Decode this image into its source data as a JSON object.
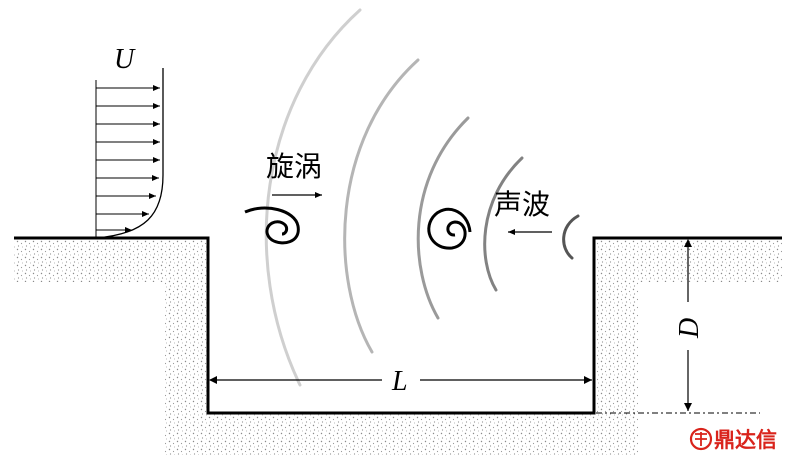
{
  "labels": {
    "velocity": "U",
    "vortex": "旋涡",
    "sound_wave": "声波",
    "length": "L",
    "depth": "D"
  },
  "watermark": {
    "text": "鼎达信",
    "color": "#d9231b"
  },
  "colors": {
    "line": "#000000",
    "wave_dark": "#7a7a7a",
    "wave_mid": "#a0a0a0",
    "wave_light": "#c8c8c8"
  }
}
